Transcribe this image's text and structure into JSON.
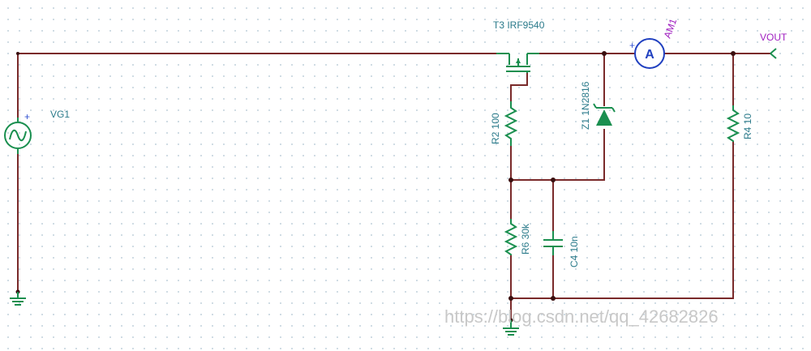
{
  "components": {
    "vg1": {
      "label": "VG1",
      "polarity": "+"
    },
    "t3": {
      "label": "T3 IRF9540"
    },
    "am1": {
      "label": "AM1",
      "symbol": "A",
      "polarity": "+"
    },
    "vout": {
      "label": "VOUT"
    },
    "z1": {
      "label": "Z1 1N2816"
    },
    "r2": {
      "label": "R2 100"
    },
    "r4": {
      "label": "R4 10"
    },
    "r6": {
      "label": "R6 30k"
    },
    "c4": {
      "label": "C4 10n"
    }
  },
  "watermark": "https://blog.csdn.net/qq_42682826",
  "colors": {
    "wire": "#7a2a2a",
    "component": "#1a8f4f",
    "label": "#2a7a8a",
    "meter_label": "#a020c0",
    "meter": "#2040c0"
  }
}
